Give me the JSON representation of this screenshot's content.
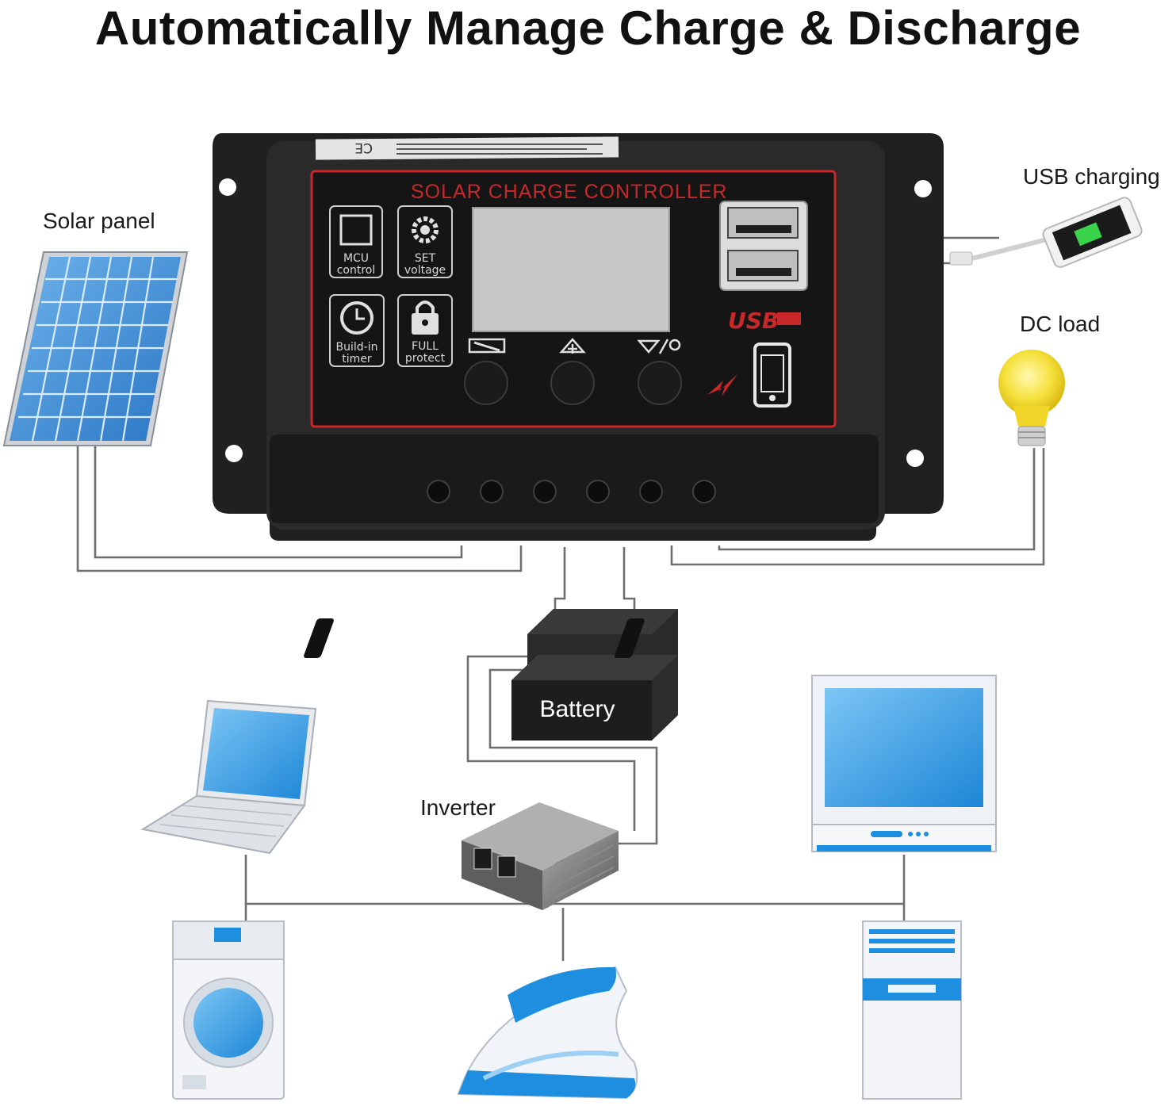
{
  "title": "Automatically Manage Charge & Discharge",
  "labels": {
    "solar_panel": "Solar panel",
    "usb_charging": "USB charging",
    "dc_load": "DC load",
    "battery": "Battery",
    "inverter": "Inverter"
  },
  "controller": {
    "title": "SOLAR CHARGE CONTROLLER",
    "usb_logo": "USB",
    "features": [
      {
        "line1": "MCU",
        "line2": "control"
      },
      {
        "line1": "SET",
        "line2": "voltage"
      },
      {
        "line1": "Build-in",
        "line2": "timer"
      },
      {
        "line1": "FULL",
        "line2": "protect"
      }
    ],
    "sticker_text": "CE"
  },
  "colors": {
    "controller_body": "#1f1f1f",
    "controller_accent": "#c8282a",
    "lcd": "#c9c9c9",
    "solar_cell": "#3f8fd6",
    "device_blue": "#1e8fe0",
    "bulb": "#f6e23a"
  }
}
